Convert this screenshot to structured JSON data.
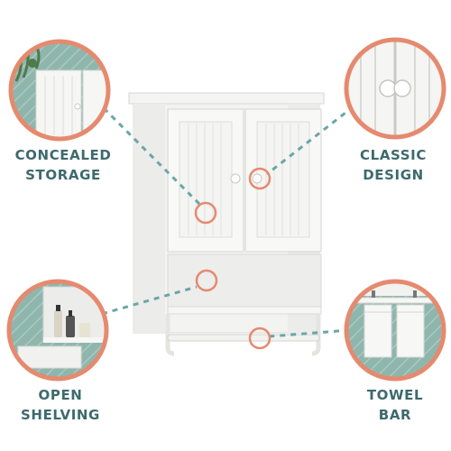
{
  "features": [
    {
      "line1": "CONCEALED",
      "line2": "STORAGE",
      "detail_icon": "cabinet-door-closeup-icon"
    },
    {
      "line1": "CLASSIC",
      "line2": "DESIGN",
      "detail_icon": "beadboard-knob-closeup-icon"
    },
    {
      "line1": "OPEN",
      "line2": "SHELVING",
      "detail_icon": "shelf-with-bottles-icon"
    },
    {
      "line1": "TOWEL",
      "line2": "BAR",
      "detail_icon": "hanging-towels-icon"
    }
  ],
  "colors": {
    "label_text": "#3d6a6e",
    "callout_ring": "#e58a6f",
    "leader_dash": "#6aa6a7",
    "cabinet_white": "#f7f7f5",
    "tile_green": "#8fb6ad"
  }
}
